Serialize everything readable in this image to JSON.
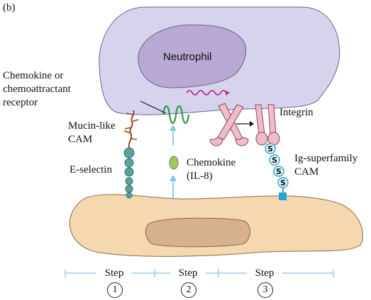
{
  "panel_label": "(b)",
  "cells": {
    "neutrophil_label": "Neutrophil"
  },
  "labels": {
    "chemokine_receptor": [
      "Chemokine or",
      "chemoattractant",
      "receptor"
    ],
    "mucin_cam": [
      "Mucin-like",
      "CAM"
    ],
    "e_selectin": "E-selectin",
    "chemokine": [
      "Chemokine",
      "(IL-8)"
    ],
    "integrin": "Integrin",
    "ig_cam": [
      "Ig-superfamily",
      "CAM"
    ]
  },
  "steps": [
    {
      "label": "Step",
      "number": "1"
    },
    {
      "label": "Step",
      "number": "2"
    },
    {
      "label": "Step",
      "number": "3"
    }
  ],
  "colors": {
    "neutrophil_fill": "#d8d3ec",
    "neutrophil_nucleus": "#b7a8d4",
    "endothelial_fill": "#f6d8b0",
    "endothelial_nucleus": "#d7b08f",
    "receptor_green": "#2f9b45",
    "mucin_brown": "#9a4a1e",
    "selectin_teal": "#5aa39b",
    "chemokine_green": "#9fc766",
    "arrow_blue": "#7fc8e6",
    "integrin_pink": "#efbcc8",
    "ig_blue": "#2aa1d6",
    "signal_magenta": "#c0289b"
  }
}
